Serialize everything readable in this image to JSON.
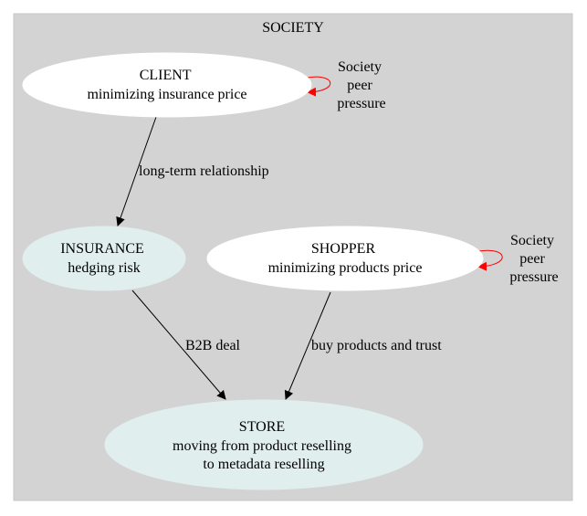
{
  "cluster": {
    "label": "SOCIETY"
  },
  "colors": {
    "cluster_fill": "#d3d3d3",
    "cluster_border": "#c7c7c7",
    "node_white": "#ffffff",
    "node_azure": "#e0eeee",
    "edge": "#000000",
    "self_loop": "#ff0000"
  },
  "nodes": {
    "client": {
      "title": "CLIENT",
      "subtitle": "minimizing insurance price"
    },
    "insurance": {
      "title": "INSURANCE",
      "subtitle": "hedging risk"
    },
    "shopper": {
      "title": "SHOPPER",
      "subtitle": "minimizing products price"
    },
    "store": {
      "title": "STORE",
      "line2": "moving from product reselling",
      "line3": "to metadata reselling"
    }
  },
  "edges": {
    "client_to_insurance": "long-term relationship",
    "insurance_to_store": "B2B deal",
    "shopper_to_store": "buy products and trust",
    "client_self": {
      "line1": "Society",
      "line2": "peer",
      "line3": "pressure"
    },
    "shopper_self": {
      "line1": "Society",
      "line2": "peer",
      "line3": "pressure"
    }
  }
}
